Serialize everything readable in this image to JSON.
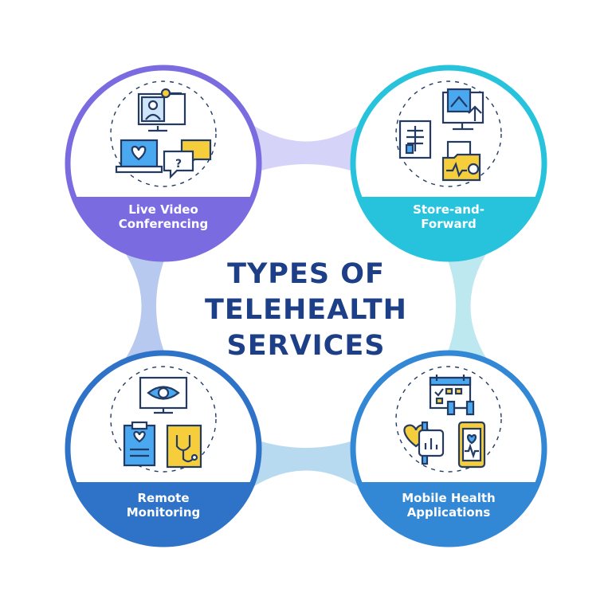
{
  "title": {
    "line1": "TYPES OF",
    "line2": "TELEHEALTH",
    "line3": "SERVICES"
  },
  "items": [
    {
      "line1": "Live Video",
      "line2": "Conferencing",
      "color": "#7a6be0",
      "icons": [
        "video-call-icon",
        "heart-monitor-laptop-icon",
        "chat-bubbles-icon"
      ]
    },
    {
      "line1": "Store-and-",
      "line2": "Forward",
      "color": "#27c3dc",
      "icons": [
        "x-ray-icon",
        "image-upload-monitor-icon",
        "medical-folder-icon"
      ]
    },
    {
      "line1": "Remote",
      "line2": "Monitoring",
      "color": "#2f73c9",
      "icons": [
        "eye-monitor-icon",
        "clipboard-heart-icon",
        "stethoscope-document-icon"
      ]
    },
    {
      "line1": "Mobile Health",
      "line2": "Applications",
      "color": "#3388d6",
      "icons": [
        "calendar-icon",
        "dumbbell-icon",
        "heart-smartwatch-icon",
        "mobile-heart-app-icon"
      ]
    }
  ],
  "colors": {
    "title": "#1d3f87",
    "connector_top": "#d5d3f7",
    "connector_left": "#b8c9ef",
    "connector_right": "#bde8f0",
    "connector_bottom": "#b7daf1",
    "icon_yellow": "#f6cd3b",
    "icon_outline": "#233a63"
  }
}
